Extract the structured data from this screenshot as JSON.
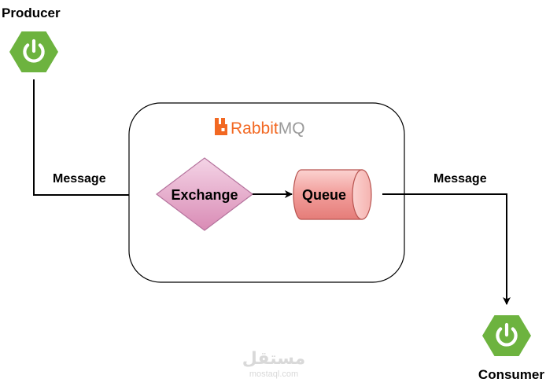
{
  "producer": {
    "label": "Producer",
    "icon": "spring-power-icon"
  },
  "consumer": {
    "label": "Consumer",
    "icon": "spring-power-icon"
  },
  "broker": {
    "brand_prefix": "Rabbit",
    "brand_suffix": "MQ",
    "logo_icon": "rabbitmq-logo-icon"
  },
  "exchange": {
    "label": "Exchange"
  },
  "queue": {
    "label": "Queue"
  },
  "edges": {
    "producer_to_exchange": "Message",
    "queue_to_consumer": "Message"
  },
  "watermark": {
    "arabic": "مستقل",
    "latin": "mostaql.com"
  },
  "colors": {
    "spring_green": "#6db33f",
    "exchange_fill": "#e6a3c6",
    "exchange_stroke": "#b5739d",
    "queue_fill": "#f19c99",
    "queue_stroke": "#b85450",
    "rabbitmq_orange": "#f26822"
  }
}
